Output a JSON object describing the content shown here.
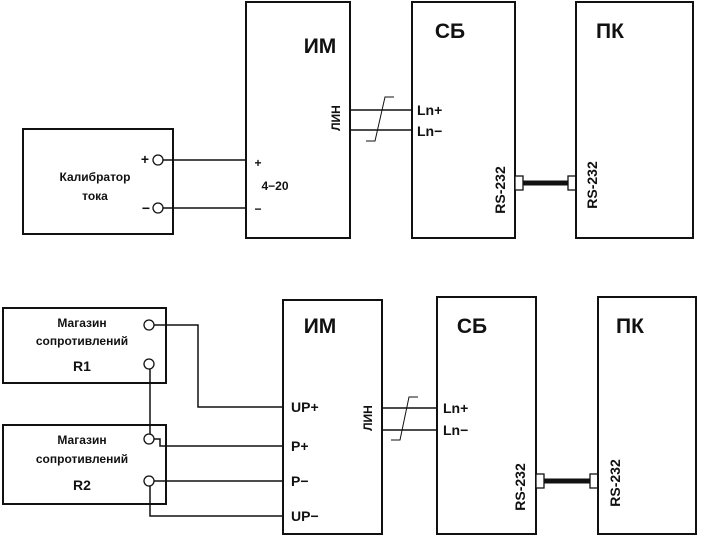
{
  "diagram1": {
    "calibrator_label_1": "Калибратор",
    "calibrator_label_2": "тока",
    "calibrator_plus": "+",
    "calibrator_minus": "−",
    "im_title": "ИМ",
    "im_plus": "+",
    "im_range": "4−20",
    "im_minus": "−",
    "im_lin": "ЛИН",
    "sb_title": "СБ",
    "sb_ln_plus": "Ln+",
    "sb_ln_minus": "Ln−",
    "sb_rs232": "RS-232",
    "pk_title": "ПК",
    "pk_rs232": "RS-232"
  },
  "diagram2": {
    "r1_label_1": "Магазин",
    "r1_label_2": "сопротивлений",
    "r1_label_3": "R1",
    "r2_label_1": "Магазин",
    "r2_label_2": "сопротивлений",
    "r2_label_3": "R2",
    "im_title": "ИМ",
    "im_up_plus": "UP+",
    "im_p_plus": "P+",
    "im_p_minus": "P−",
    "im_up_minus": "UP−",
    "im_lin": "ЛИН",
    "sb_title": "СБ",
    "sb_ln_plus": "Ln+",
    "sb_ln_minus": "Ln−",
    "sb_rs232": "RS-232",
    "pk_title": "ПК",
    "pk_rs232": "RS-232"
  }
}
